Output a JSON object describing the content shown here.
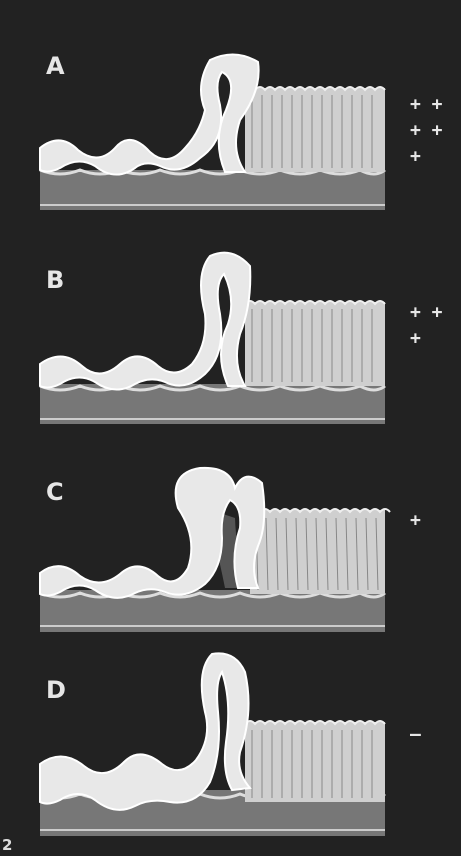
{
  "figure_number": "2",
  "panels": [
    {
      "label": "A",
      "grade": "+ +\n+ +\n+"
    },
    {
      "label": "B",
      "grade": "+ +\n+"
    },
    {
      "label": "C",
      "grade": "+"
    },
    {
      "label": "D",
      "grade": "–"
    }
  ],
  "colors": {
    "background": "#222222",
    "mucosa": "#e8e8e8",
    "stroma": "#555555",
    "columnar": "#cfcfcf"
  }
}
